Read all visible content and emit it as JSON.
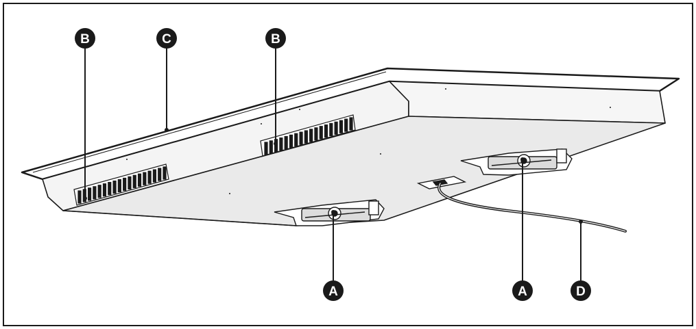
{
  "diagram": {
    "callouts": [
      {
        "id": "b-left",
        "letter": "B"
      },
      {
        "id": "c-top",
        "letter": "C"
      },
      {
        "id": "b-mid",
        "letter": "B"
      },
      {
        "id": "a-left",
        "letter": "A"
      },
      {
        "id": "a-right",
        "letter": "A"
      },
      {
        "id": "d-cable",
        "letter": "D"
      }
    ],
    "colors": {
      "line": "#1a1a1a",
      "fill_underside": "#e8e8e8",
      "fill_side": "#f2f2f2",
      "fill_glass": "#ffffff",
      "callout_bg": "#1a1a1a",
      "callout_text": "#ffffff"
    }
  }
}
